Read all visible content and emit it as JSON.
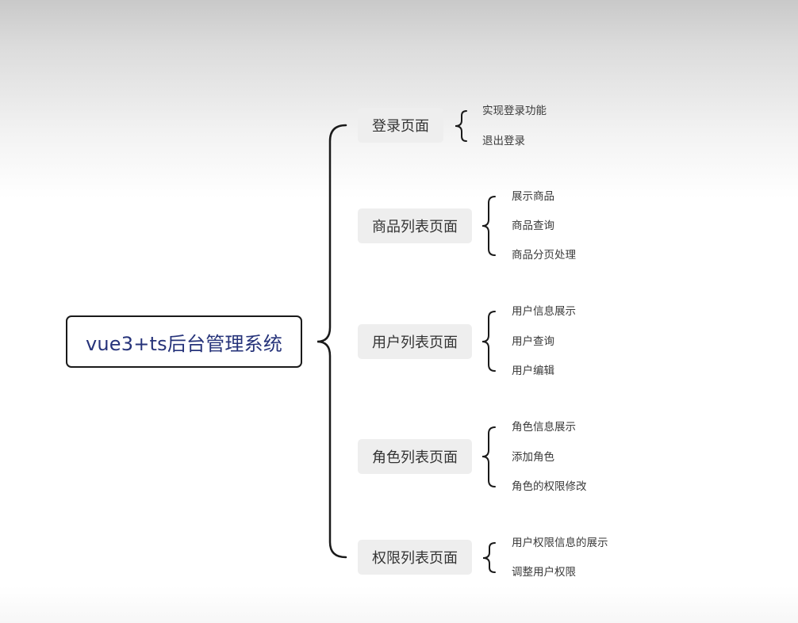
{
  "root": {
    "label": "vue3+ts后台管理系统"
  },
  "branches": [
    {
      "label": "登录页面",
      "children": [
        "实现登录功能",
        "退出登录"
      ]
    },
    {
      "label": "商品列表页面",
      "children": [
        "展示商品",
        "商品查询",
        "商品分页处理"
      ]
    },
    {
      "label": "用户列表页面",
      "children": [
        "用户信息展示",
        "用户查询",
        "用户编辑"
      ]
    },
    {
      "label": "角色列表页面",
      "children": [
        "角色信息展示",
        "添加角色",
        "角色的权限修改"
      ]
    },
    {
      "label": "权限列表页面",
      "children": [
        "用户权限信息的展示",
        "调整用户权限"
      ]
    }
  ],
  "colors": {
    "root_text": "#26337a",
    "root_border": "#1a1a1a",
    "branch_bg": "#eeeeee",
    "line": "#1a1a1a"
  }
}
